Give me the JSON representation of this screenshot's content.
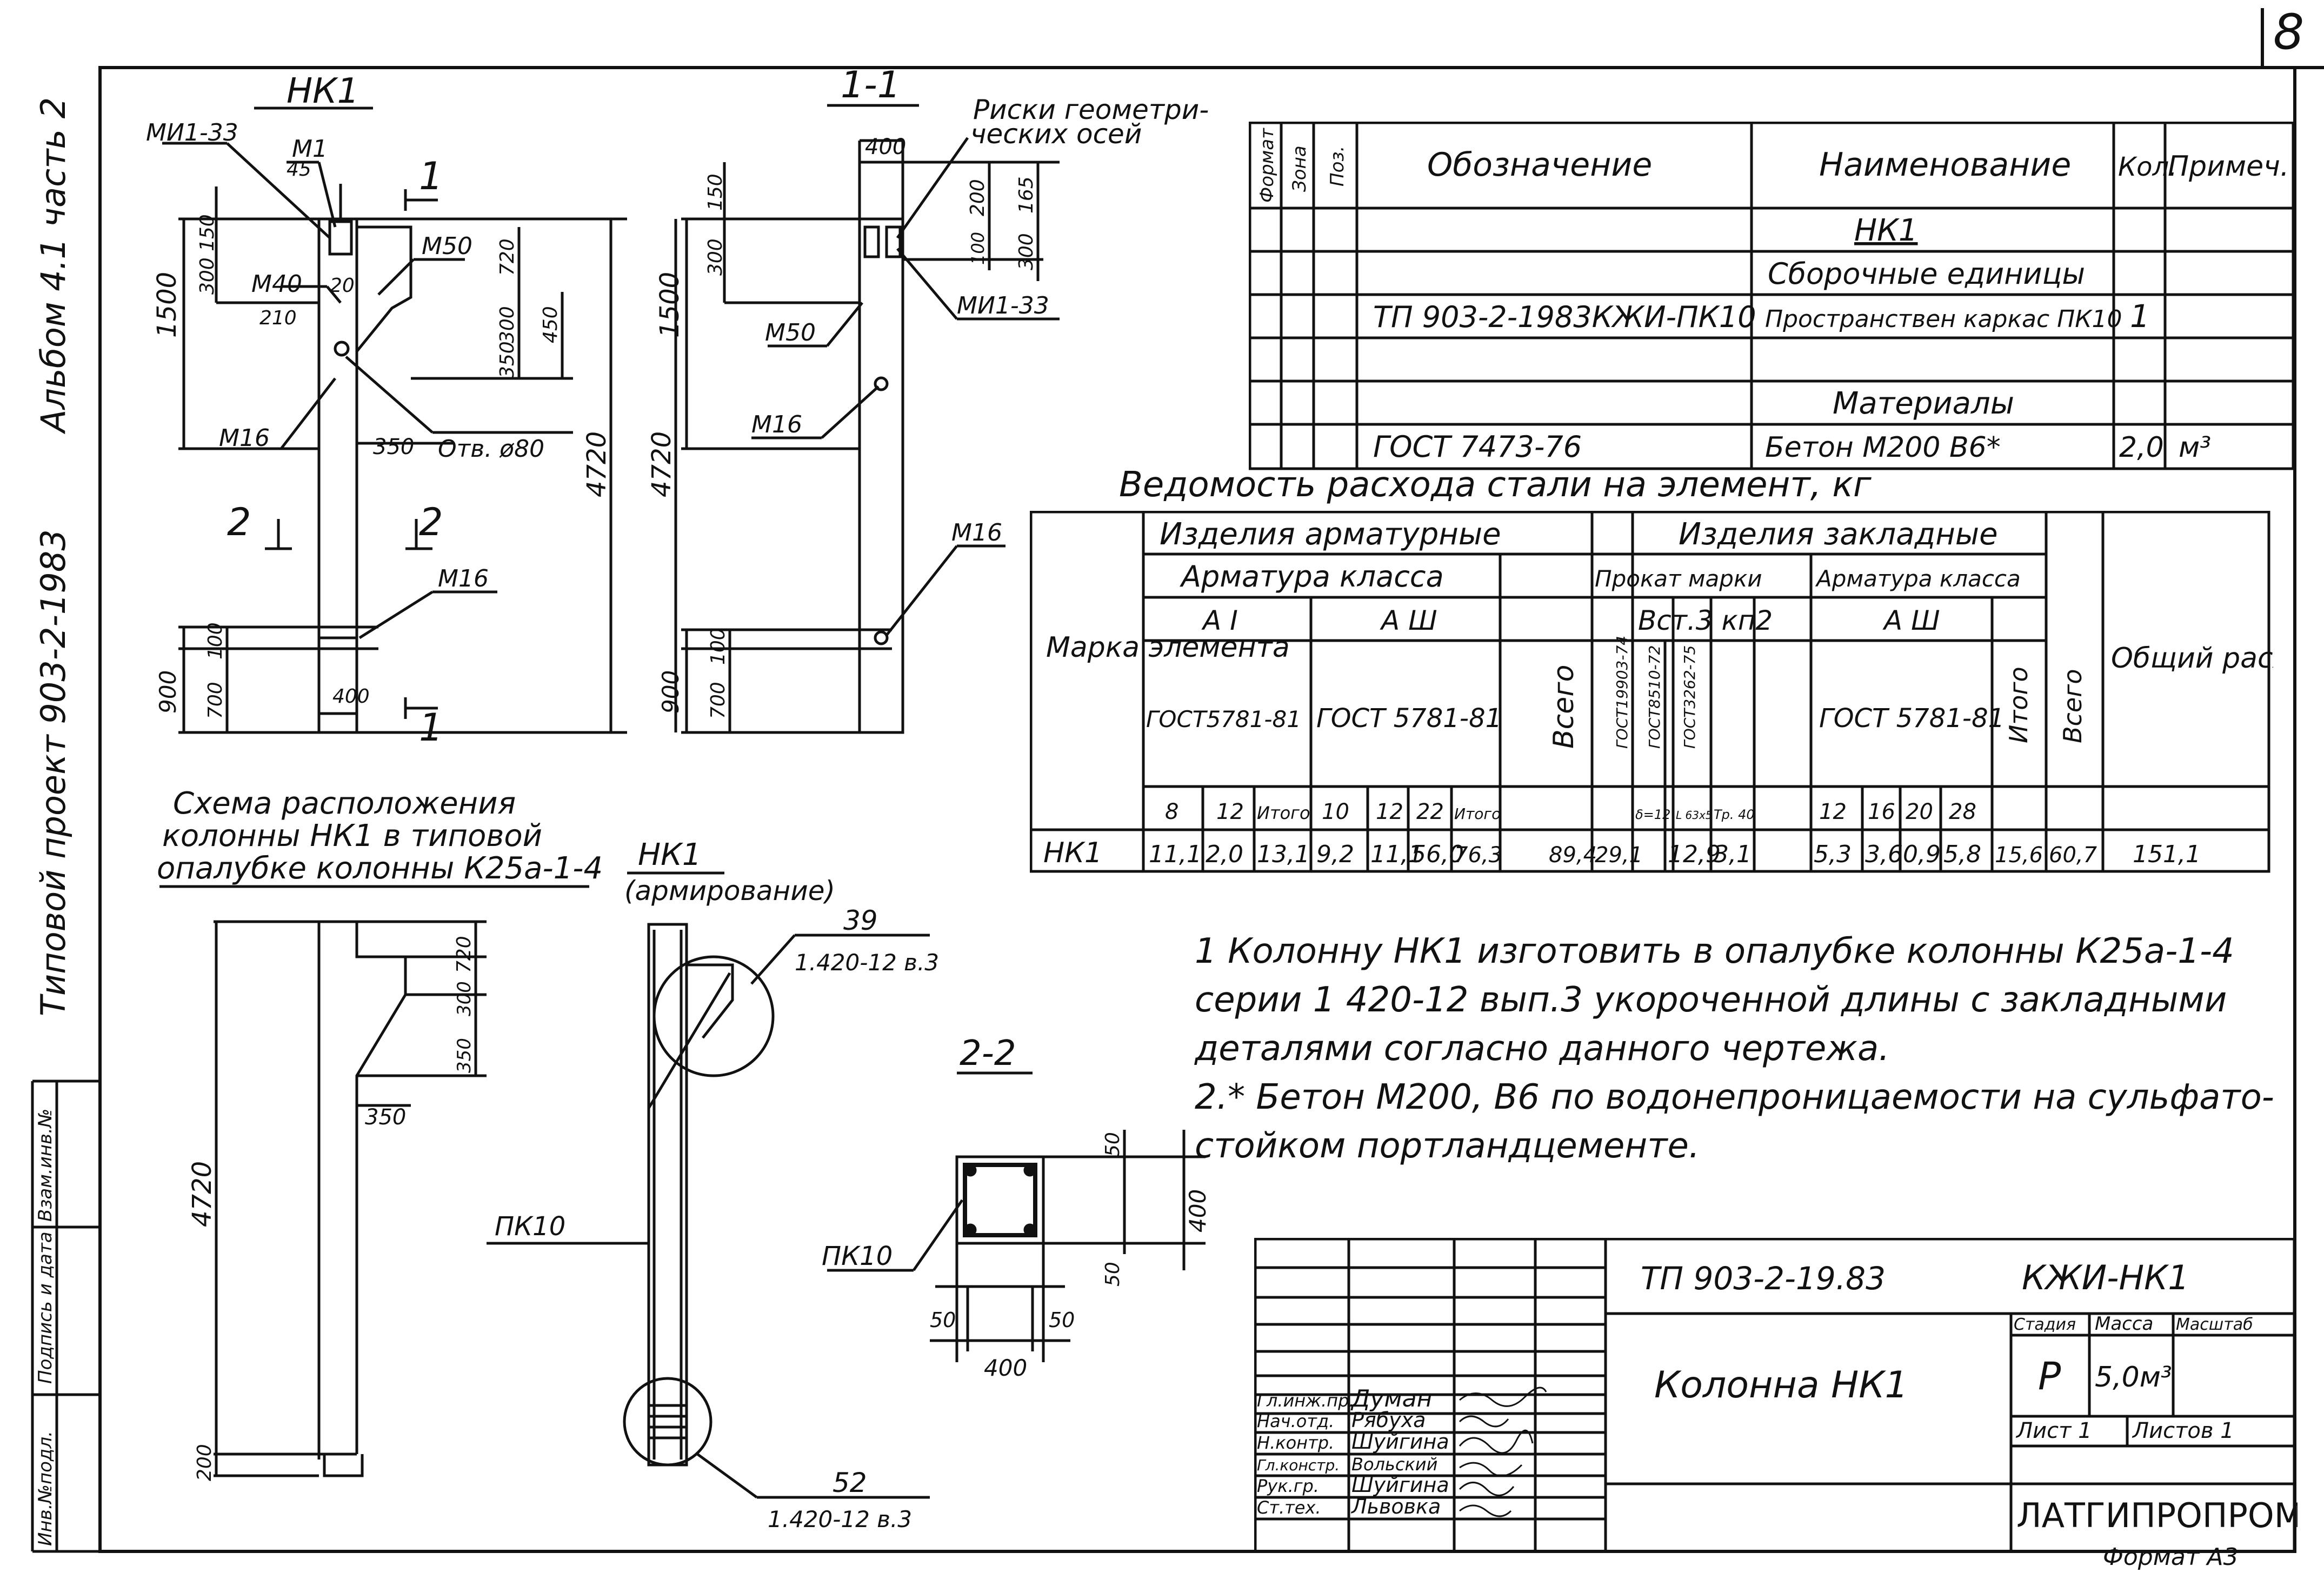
{
  "sheet_number": "8",
  "side": {
    "album": "Альбом 4.1 часть 2",
    "project": "Типовой проект 903-2-1983",
    "stamp_fields": [
      "Инв.№подл.",
      "Подпись и дата",
      "Взам.инв.№"
    ]
  },
  "drawing": {
    "nk1_title": "НК1",
    "section_11": "1-1",
    "section_22": "2-2",
    "nk1_arm_title": "НК1",
    "nk1_arm_sub": "(армирование)",
    "risk_label_1": "Риски геометри-",
    "risk_label_2": "ческих осей",
    "scheme_title_1": "Схема расположения",
    "scheme_title_2": "колонны НК1 в типовой",
    "scheme_title_3": "опалубке колонны К25а-1-4",
    "labels": {
      "mi133": "МИ1-33",
      "m1": "М1",
      "m50": "М50",
      "m40": "М40",
      "m16": "М16",
      "otv": "Отв. ø80",
      "pk10": "ПК10",
      "cut1": "1",
      "cut2": "2",
      "ref39": "39",
      "ref39b": "1.420-12  в.3",
      "ref52": "52",
      "ref52b": "1.420-12  в.3"
    },
    "dims": {
      "d45": "45",
      "d150": "150",
      "d300": "300",
      "d1500": "1500",
      "d20": "20",
      "d210": "210",
      "d720": "720",
      "d450": "450",
      "d350": "350",
      "d4720": "4720",
      "d900": "900",
      "d700": "700",
      "d100": "100",
      "d400": "400",
      "d200": "200",
      "d165": "165",
      "d50": "50"
    }
  },
  "spec_table": {
    "headers": [
      "Формат",
      "Зона",
      "Поз.",
      "Обозначение",
      "Наименование",
      "Кол.",
      "Примеч."
    ],
    "rows": [
      {
        "designation": "",
        "name": "НК1",
        "qty": "",
        "note": ""
      },
      {
        "designation": "",
        "name": "Сборочные единицы",
        "qty": "",
        "note": ""
      },
      {
        "designation": "ТП 903-2-1983КЖИ-ПК10",
        "name": "Пространствен каркас   ПК10",
        "qty": "1",
        "note": ""
      },
      {
        "designation": "",
        "name": "",
        "qty": "",
        "note": ""
      },
      {
        "designation": "",
        "name": "Материалы",
        "qty": "",
        "note": ""
      },
      {
        "designation": "ГОСТ 7473-76",
        "name": "Бетон  М200  В6*",
        "qty": "2,0",
        "note": "м³"
      }
    ]
  },
  "steel_table": {
    "title": "Ведомость  расхода  стали   на  элемент, кг",
    "h_arm": "Изделия  арматурные",
    "h_emb": "Изделия   закладные",
    "h_arm_class": "Арматура  класса",
    "h_prokat": "Прокат марки",
    "h_arm_class2": "Арматура класса",
    "h_mark": "Марка элемента",
    "h_a1": "А I",
    "h_a3": "А Ш",
    "h_vst": "Вст.3 кп2",
    "h_a3b": "А Ш",
    "h_gost_a": "ГОСТ5781-81",
    "h_gost_b": "ГОСТ 5781-81",
    "h_gost_c": "ГОСТ 5781-81",
    "h_gost_p1": "ГОСТ19903-74",
    "h_gost_p2": "ГОСТ8510-72",
    "h_gost_p3": "ГОСТ3262-75",
    "h_total": "Всего",
    "h_itogo": "Итого",
    "h_total2": "Всего",
    "h_obsh": "Общий расход",
    "sub": [
      "8",
      "12",
      "Итого",
      "10",
      "12",
      "22",
      "Итого",
      "",
      "δ=12",
      "L 63x5",
      "Тр. 40",
      "",
      "12",
      "16",
      "20",
      "28",
      "",
      "",
      ""
    ],
    "row": [
      "НК1",
      "11,1",
      "2,0",
      "13,1",
      "9,2",
      "11,1",
      "56,0",
      "76,3",
      "89,4",
      "29,1",
      "12,9",
      "3,1",
      "",
      "5,3",
      "3,6",
      "0,9",
      "5,8",
      "15,6",
      "60,7",
      "151,1"
    ]
  },
  "notes": [
    "1 Колонну НК1 изготовить  в опалубке  колонны К25а-1-4",
    "серии 1 420-12 вып.3 укороченной длины с закладными",
    "деталями  согласно  данного  чертежа.",
    "2.* Бетон М200, В6 по водонепроницаемости на сульфато-",
    "стойком  портландцементе."
  ],
  "title_block": {
    "code": "ТП 903-2-19.83",
    "doc": "КЖИ-НК1",
    "name": "Колонна  НК1",
    "stage_h": "Стадия",
    "mass_h": "Масса",
    "scale_h": "Масштаб",
    "stage": "Р",
    "mass": "5,0м³",
    "sheet": "Лист 1",
    "sheets": "Листов 1",
    "org": "ЛАТГИПРОПРОМ",
    "format": "Формат А3",
    "people": [
      {
        "role": "Гл.инж.пр.",
        "name": "Думан"
      },
      {
        "role": "Нач.отд.",
        "name": "Рябуха"
      },
      {
        "role": "Н.контр.",
        "name": "Шуйгина"
      },
      {
        "role": "Гл.констр.",
        "name": "Вольский"
      },
      {
        "role": "Рук.гр.",
        "name": "Шуйгина"
      },
      {
        "role": "Ст.тех.",
        "name": "Львовка"
      }
    ]
  }
}
